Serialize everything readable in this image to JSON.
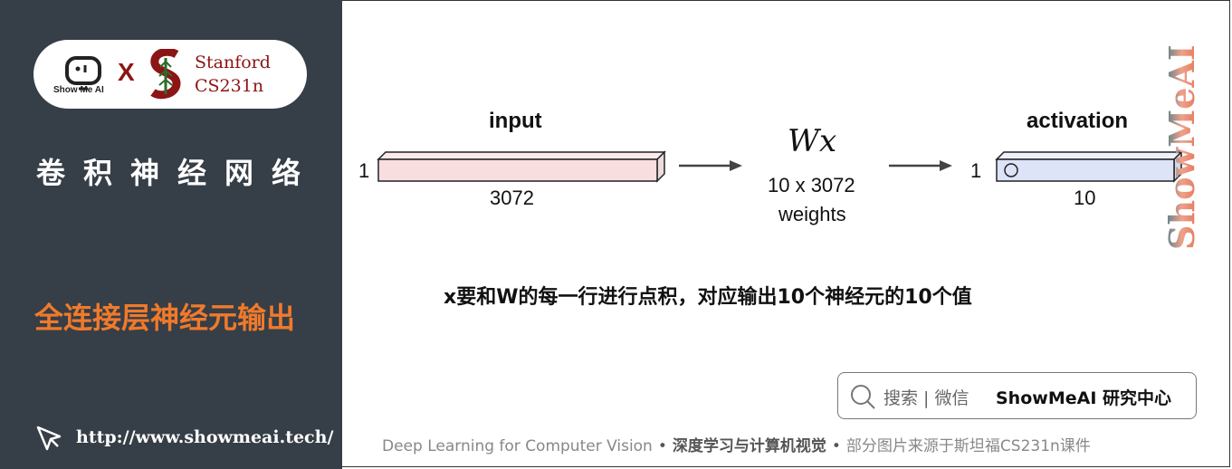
{
  "logo": {
    "bot_label": "Show Me AI",
    "x_mark": "X",
    "stanford_line1": "Stanford",
    "stanford_line2": "CS231n"
  },
  "sidebar": {
    "course_title": "卷积神经网络",
    "section_title": "全连接层神经元输出",
    "url": "http://www.showmeai.tech/"
  },
  "diagram": {
    "input_title": "input",
    "input_rows": "1",
    "input_size": "3072",
    "weight_symbol": "Wx",
    "weight_dims": "10 x 3072",
    "weight_word": "weights",
    "activation_title": "activation",
    "activation_rows": "1",
    "activation_size": "10",
    "caption": "x要和W的每一行进行点积，对应输出10个神经元的10个值"
  },
  "watermark": "ShowMeAI",
  "search": {
    "prompt": "搜索 | 微信",
    "brand": "ShowMeAI 研究中心"
  },
  "footer": {
    "part1": "Deep Learning for Computer Vision",
    "sep": "•",
    "part2": "深度学习与计算机视觉",
    "part3": "部分图片来源于斯坦福CS231n课件"
  },
  "colors": {
    "sidebar_bg": "#363e47",
    "accent_orange": "#f07a2b",
    "stanford_red": "#8c1515",
    "input_bar": "#f8dede",
    "activation_bar": "#dde4f8"
  }
}
